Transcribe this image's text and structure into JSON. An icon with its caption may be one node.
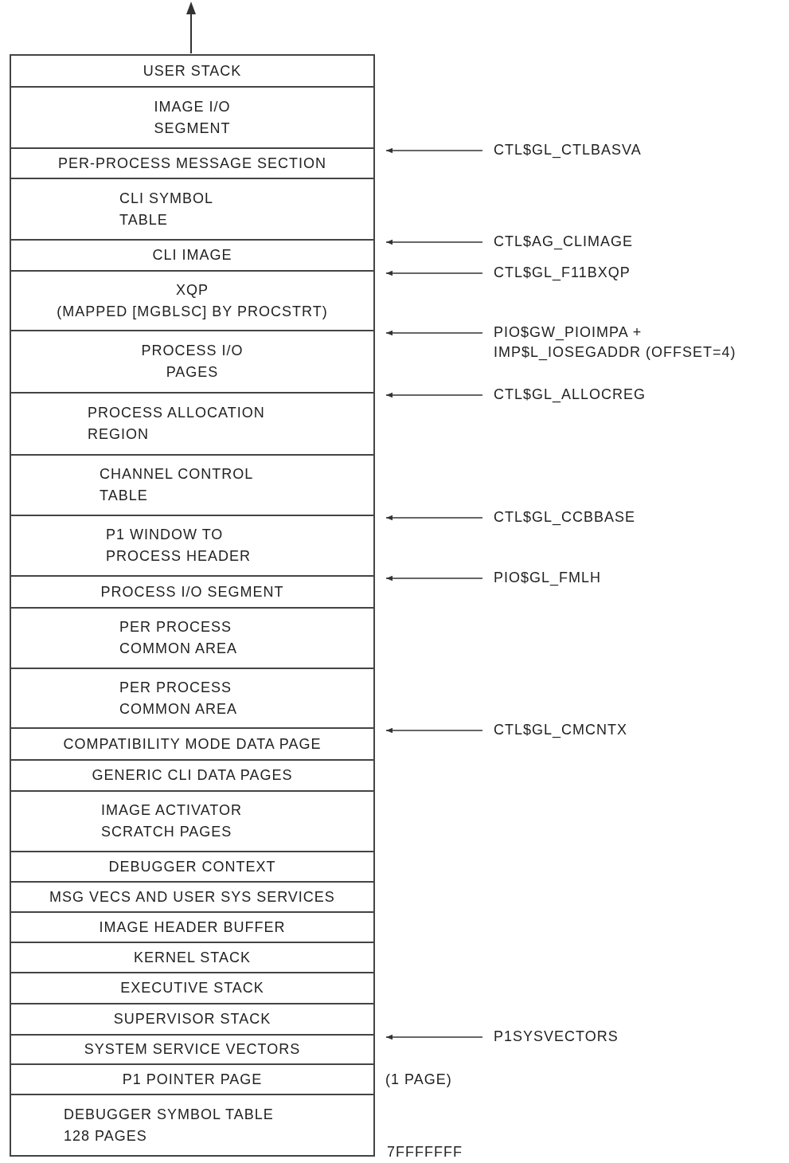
{
  "diagram": {
    "nodes": [
      {
        "text": [
          "USER STACK"
        ]
      },
      {
        "text": [
          "IMAGE I/O SEGMENT"
        ]
      },
      {
        "text": [
          "PER-PROCESS MESSAGE SECTION"
        ]
      },
      {
        "text": [
          "CLI SYMBOL TABLE"
        ]
      },
      {
        "text": [
          "CLI IMAGE"
        ]
      },
      {
        "text": [
          "XQP",
          "(MAPPED [MGBLSC] BY PROCSTRT)"
        ]
      },
      {
        "text": [
          "PROCESS I/O PAGES"
        ]
      },
      {
        "text": [
          "PROCESS ALLOCATION REGION"
        ]
      },
      {
        "text": [
          "CHANNEL CONTROL TABLE"
        ]
      },
      {
        "text": [
          "P1 WINDOW TO PROCESS HEADER"
        ]
      },
      {
        "text": [
          "PROCESS I/O SEGMENT"
        ]
      },
      {
        "text": [
          "PER PROCESS COMMON AREA"
        ]
      },
      {
        "text": [
          "PER PROCESS COMMON AREA"
        ]
      },
      {
        "text": [
          "COMPATIBILITY MODE DATA PAGE"
        ]
      },
      {
        "text": [
          "GENERIC CLI DATA PAGES"
        ]
      },
      {
        "text": [
          "IMAGE ACTIVATOR SCRATCH PAGES"
        ]
      },
      {
        "text": [
          "DEBUGGER CONTEXT"
        ]
      },
      {
        "text": [
          "MSG VECS AND USER SYS SERVICES"
        ]
      },
      {
        "text": [
          "IMAGE HEADER BUFFER"
        ]
      },
      {
        "text": [
          "KERNEL STACK"
        ]
      },
      {
        "text": [
          "EXECUTIVE STACK"
        ]
      },
      {
        "text": [
          "SUPERVISOR STACK"
        ]
      },
      {
        "text": [
          "SYSTEM SERVICE VECTORS"
        ]
      },
      {
        "text": [
          "P1 POINTER PAGE"
        ]
      },
      {
        "text": [
          "DEBUGGER SYMBOL TABLE 128 PAGES"
        ],
        "beside": [
          "7FFFFFFF"
        ]
      },
      {
        "text": [
          "CTL$GL_CTLBASVA"
        ]
      },
      {
        "text": [
          "CTL$AG_CLIMAGE"
        ]
      },
      {
        "text": [
          "CTL$GL_F11BXQP"
        ]
      },
      {
        "text": [
          "PIO$GW_PIOIMPA + IMP$L_IOSEGADDR (OFFSET=4)"
        ]
      },
      {
        "text": [
          "CTL$GL_ALLOCREG"
        ]
      },
      {
        "text": [
          "CTL$GL_CCBBASE"
        ]
      },
      {
        "text": [
          "PIO$GL_FMLH"
        ]
      },
      {
        "text": [
          "CTL$GL_CMCNTX"
        ]
      },
      {
        "text": [
          "P1SYSVECTORS"
        ]
      }
    ],
    "edges": [
      {
        "from": 25,
        "to": 2,
        "arrow": "to"
      },
      {
        "from": 26,
        "to": 4,
        "arrow": "to"
      },
      {
        "from": 27,
        "to": 5,
        "arrow": "to"
      },
      {
        "from": 28,
        "to": 6,
        "arrow": "to"
      },
      {
        "from": 29,
        "to": 7,
        "arrow": "to"
      },
      {
        "from": 30,
        "to": 9,
        "arrow": "to"
      },
      {
        "from": 31,
        "to": 10,
        "arrow": "to"
      },
      {
        "from": 32,
        "to": 13,
        "arrow": "to"
      },
      {
        "from": 33,
        "to": 22,
        "arrow": "to"
      }
    ],
    "labels": [
      "(1 PAGE)"
    ]
  }
}
